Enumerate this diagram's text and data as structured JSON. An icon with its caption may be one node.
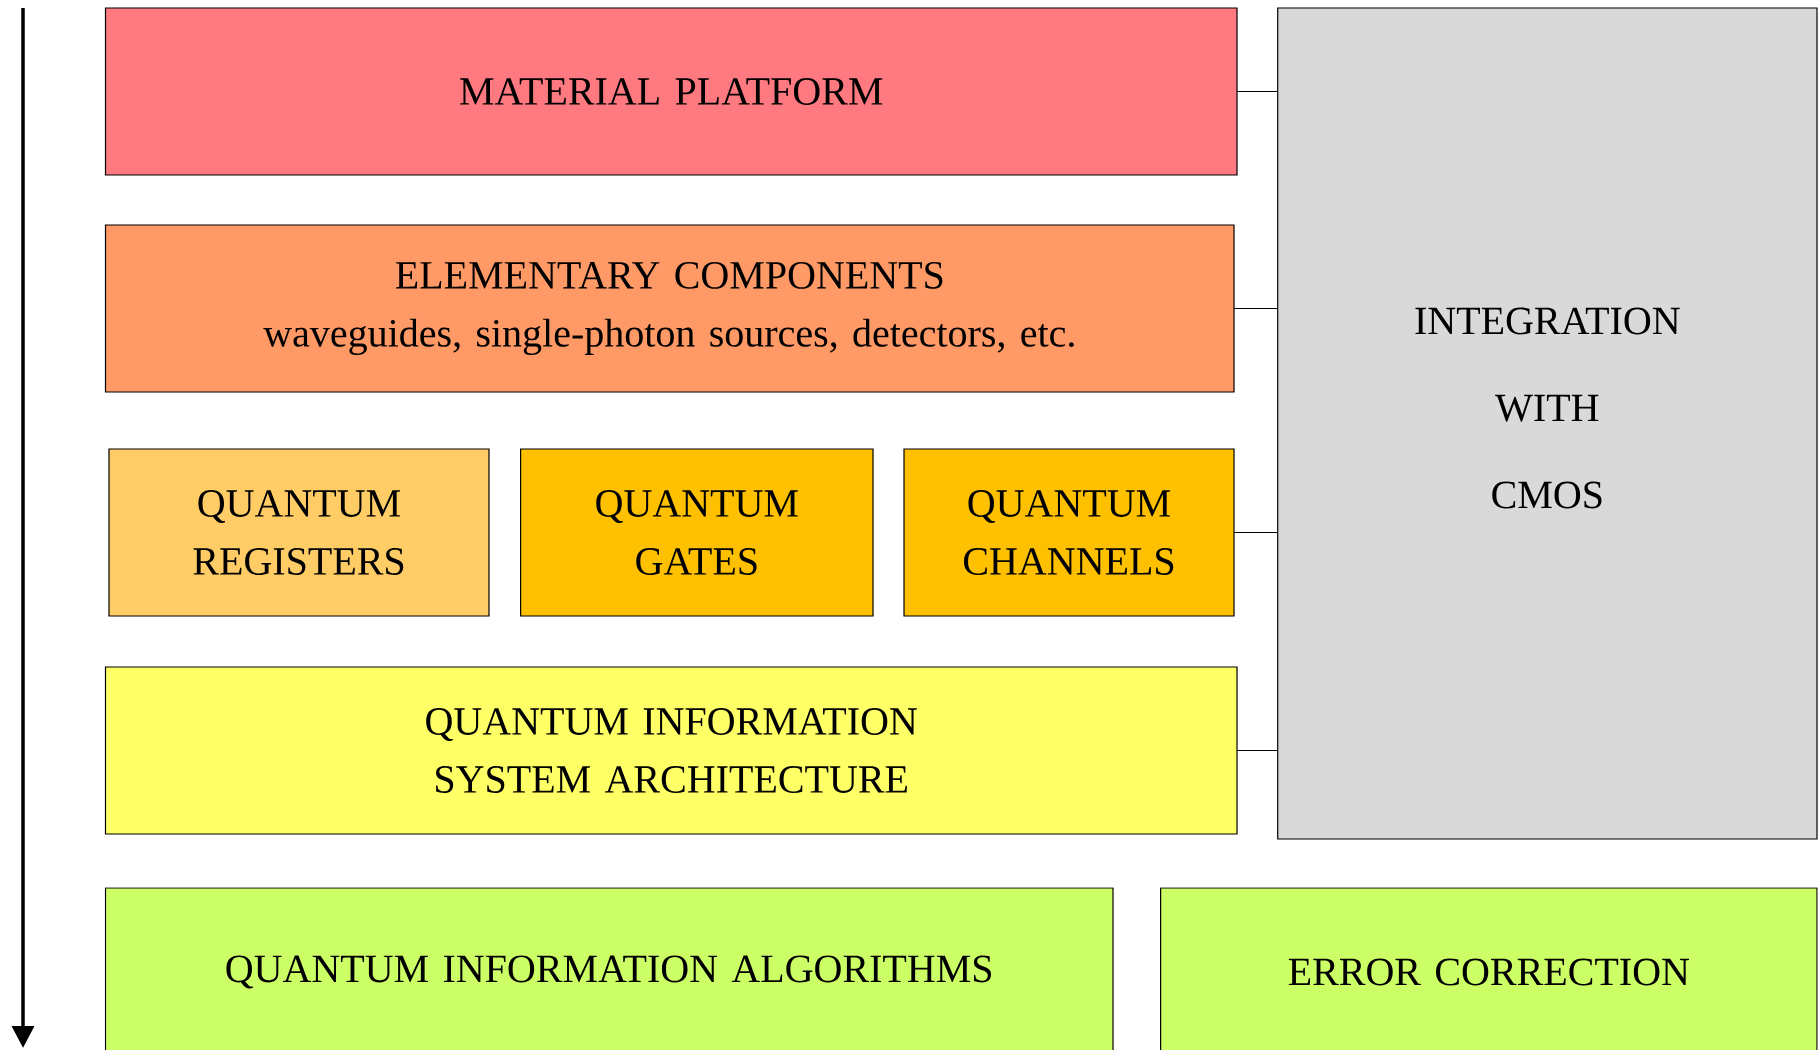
{
  "diagram": {
    "nodes": [
      {
        "text": [
          "MATERIAL PLATFORM"
        ]
      },
      {
        "text": [
          "ELEMENTARY COMPONENTS",
          "waveguides, single-photon sources, detectors, etc."
        ]
      },
      {
        "text": [
          "QUANTUM REGISTERS"
        ]
      },
      {
        "text": [
          "QUANTUM GATES"
        ]
      },
      {
        "text": [
          "QUANTUM CHANNELS"
        ]
      },
      {
        "text": [
          "QUANTUM INFORMATION SYSTEM ARCHITECTURE"
        ]
      },
      {
        "text": [
          "INTEGRATION WITH CMOS"
        ]
      },
      {
        "text": [
          "QUANTUM INFORMATION ALGORITHMS"
        ]
      },
      {
        "text": [
          "ERROR CORRECTION"
        ]
      }
    ],
    "edges": [
      {
        "from": 0,
        "to": 6,
        "arrow": "none"
      },
      {
        "from": 1,
        "to": 6,
        "arrow": "none"
      },
      {
        "from": 4,
        "to": 6,
        "arrow": "none"
      },
      {
        "from": 5,
        "to": 6,
        "arrow": "none"
      }
    ]
  }
}
